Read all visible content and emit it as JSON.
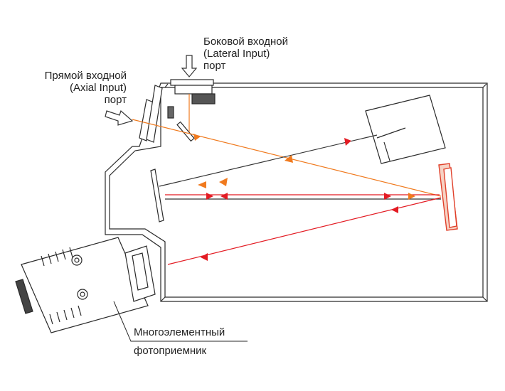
{
  "labels": {
    "lateral_input": [
      "Боковой входной",
      "(Lateral Input)",
      "порт"
    ],
    "axial_input": [
      "Прямой входной",
      "(Axial Input)",
      "порт"
    ],
    "detector": [
      "Многоэлементный",
      "фотоприемник"
    ]
  },
  "colors": {
    "outline": "#2a2a2a",
    "input_beam": "#f07a1e",
    "dispersed_beam": "#e31b23",
    "return_beam": "#333333",
    "grating": "#e0402a"
  }
}
